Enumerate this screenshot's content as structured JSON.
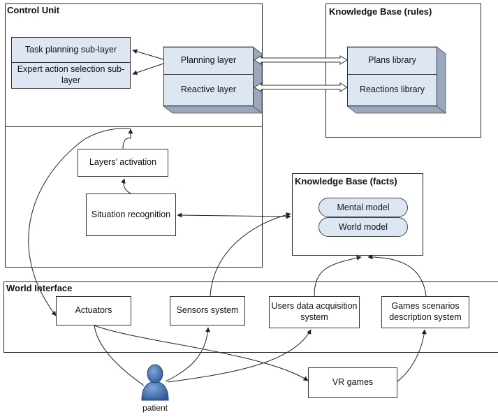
{
  "control_unit": {
    "title": "Control Unit",
    "task_planning": "Task planning sub-layer",
    "expert_action": "Expert action selection sub-layer",
    "planning_layer": "Planning layer",
    "reactive_layer": "Reactive layer",
    "layers_activation": "Layers’ activation",
    "situation_recognition": "Situation recognition"
  },
  "kb_rules": {
    "title": "Knowledge Base (rules)",
    "plans_library": "Plans library",
    "reactions_library": "Reactions library"
  },
  "kb_facts": {
    "title": "Knowledge Base (facts)",
    "mental_model": "Mental model",
    "world_model": "World model"
  },
  "world_interface": {
    "title": "World Interface",
    "actuators": "Actuators",
    "sensors": "Sensors system",
    "users_data": "Users data acquisition system",
    "games_scenarios": "Games scenarios description system"
  },
  "vr_games": "VR games",
  "patient": "patient",
  "colors": {
    "box_fill": "#dde6f3",
    "shade": "#9aa8bd",
    "line": "#222222"
  }
}
